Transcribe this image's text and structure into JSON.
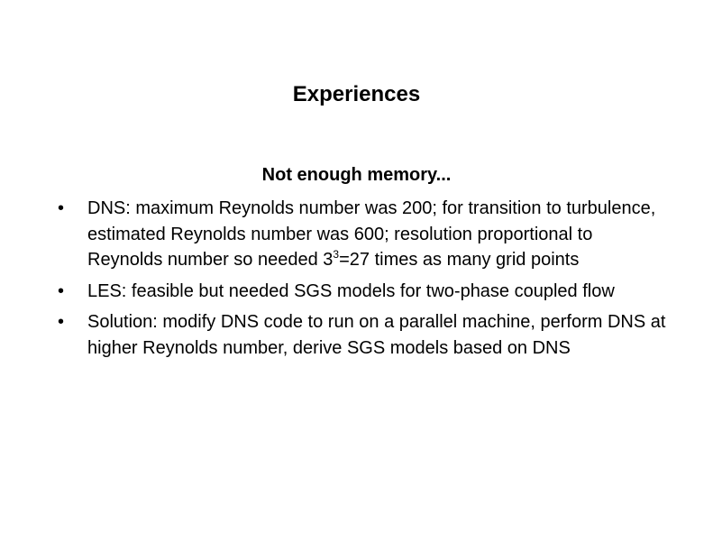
{
  "slide": {
    "title": "Experiences",
    "subtitle": "Not enough memory...",
    "bullet_char": "•",
    "bullets": [
      {
        "text_before_sup": "DNS: maximum Reynolds number was 200; for transition to turbulence, estimated Reynolds number was 600; resolution proportional to Reynolds number so needed 3",
        "sup": "3",
        "text_after_sup": "=27 times as many grid points"
      },
      {
        "text": "LES: feasible but needed SGS models for two-phase coupled flow"
      },
      {
        "text": "Solution: modify DNS code to run on a parallel machine, perform DNS at higher Reynolds number, derive SGS models based on DNS"
      }
    ]
  }
}
